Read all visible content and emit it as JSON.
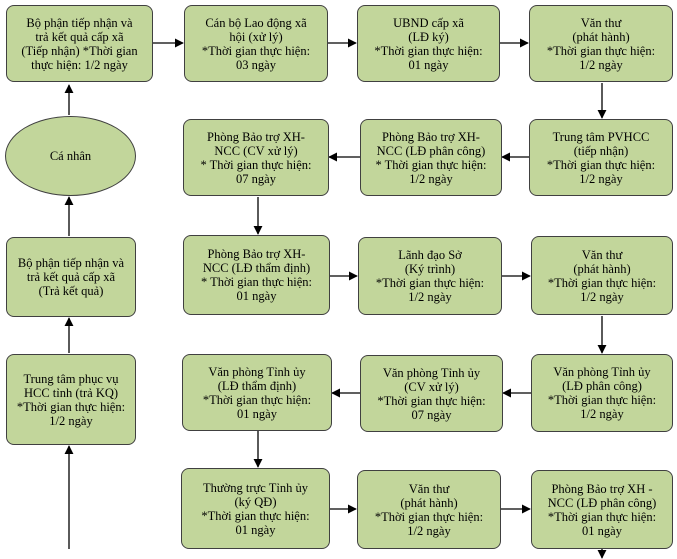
{
  "nodes": {
    "n1": [
      "Bộ phận tiếp nhận và",
      "trả kết quả cấp xã",
      "(Tiếp nhận) *Thời gian",
      "thực hiện:  1/2 ngày"
    ],
    "n2": [
      "Cán bộ Lao động xã",
      "hội (xử lý)",
      "*Thời gian thực hiện:",
      "03 ngày"
    ],
    "n3": [
      "UBND cấp xã",
      "(LĐ ký)",
      "*Thời gian thực hiện:",
      "01 ngày"
    ],
    "n4": [
      "Văn thư",
      "(phát hành)",
      "*Thời gian thực hiện:",
      "1/2 ngày"
    ],
    "n5": [
      "Trung tâm PVHCC",
      "(tiếp nhận)",
      "*Thời gian thực hiện:",
      "1/2 ngày"
    ],
    "n6": [
      "Phòng Bảo trợ XH-",
      "NCC (LĐ phân công)",
      "* Thời gian thực hiện:",
      "1/2 ngày"
    ],
    "n7": [
      "Phòng Bảo trợ XH-",
      "NCC (CV xử lý)",
      "* Thời gian thực hiện:",
      "07  ngày"
    ],
    "n8": [
      "Phòng Bảo trợ XH-",
      "NCC (LĐ thẩm định)",
      "* Thời gian thực hiện:",
      "01 ngày"
    ],
    "n9": [
      "Lãnh đạo Sở",
      "(Ký trình)",
      "*Thời gian thực hiện:",
      "1/2 ngày"
    ],
    "n10": [
      "Văn thư",
      "(phát hành)",
      "*Thời gian thực hiện:",
      "1/2 ngày"
    ],
    "n11": [
      "Văn phòng Tỉnh ủy",
      "(LĐ phân công)",
      "*Thời gian thực hiện:",
      "1/2 ngày"
    ],
    "n12": [
      "Văn phòng Tỉnh ủy",
      "(CV xử lý)",
      "*Thời gian thực hiện:",
      "07 ngày"
    ],
    "n13": [
      "Văn phòng Tỉnh ủy",
      "(LĐ thẩm định)",
      "*Thời gian thực hiện:",
      "01 ngày"
    ],
    "n14": [
      "Thường trực Tỉnh ủy",
      "(ký QĐ)",
      "*Thời gian thực hiện:",
      "01 ngày"
    ],
    "n15": [
      "Văn thư",
      "(phát hành)",
      "*Thời gian thực hiện:",
      "1/2 ngày"
    ],
    "n16": [
      "Phòng Bảo trợ XH -",
      "NCC (LĐ phân công)",
      "*Thời gian thực hiện:",
      "01 ngày"
    ],
    "left_top": [
      "Bộ phận tiếp nhận và",
      "trả kết quả cấp xã",
      "(Trả kết quả)"
    ],
    "left_bottom": [
      "Trung tâm phục vụ",
      "HCC tỉnh (trả KQ)",
      "*Thời gian thực hiện:",
      "1/2 ngày"
    ]
  },
  "ellipse": {
    "label": "Cá nhân"
  },
  "colors": {
    "node_fill": "#c2d69b",
    "border": "#404040",
    "arrow": "#000000"
  }
}
